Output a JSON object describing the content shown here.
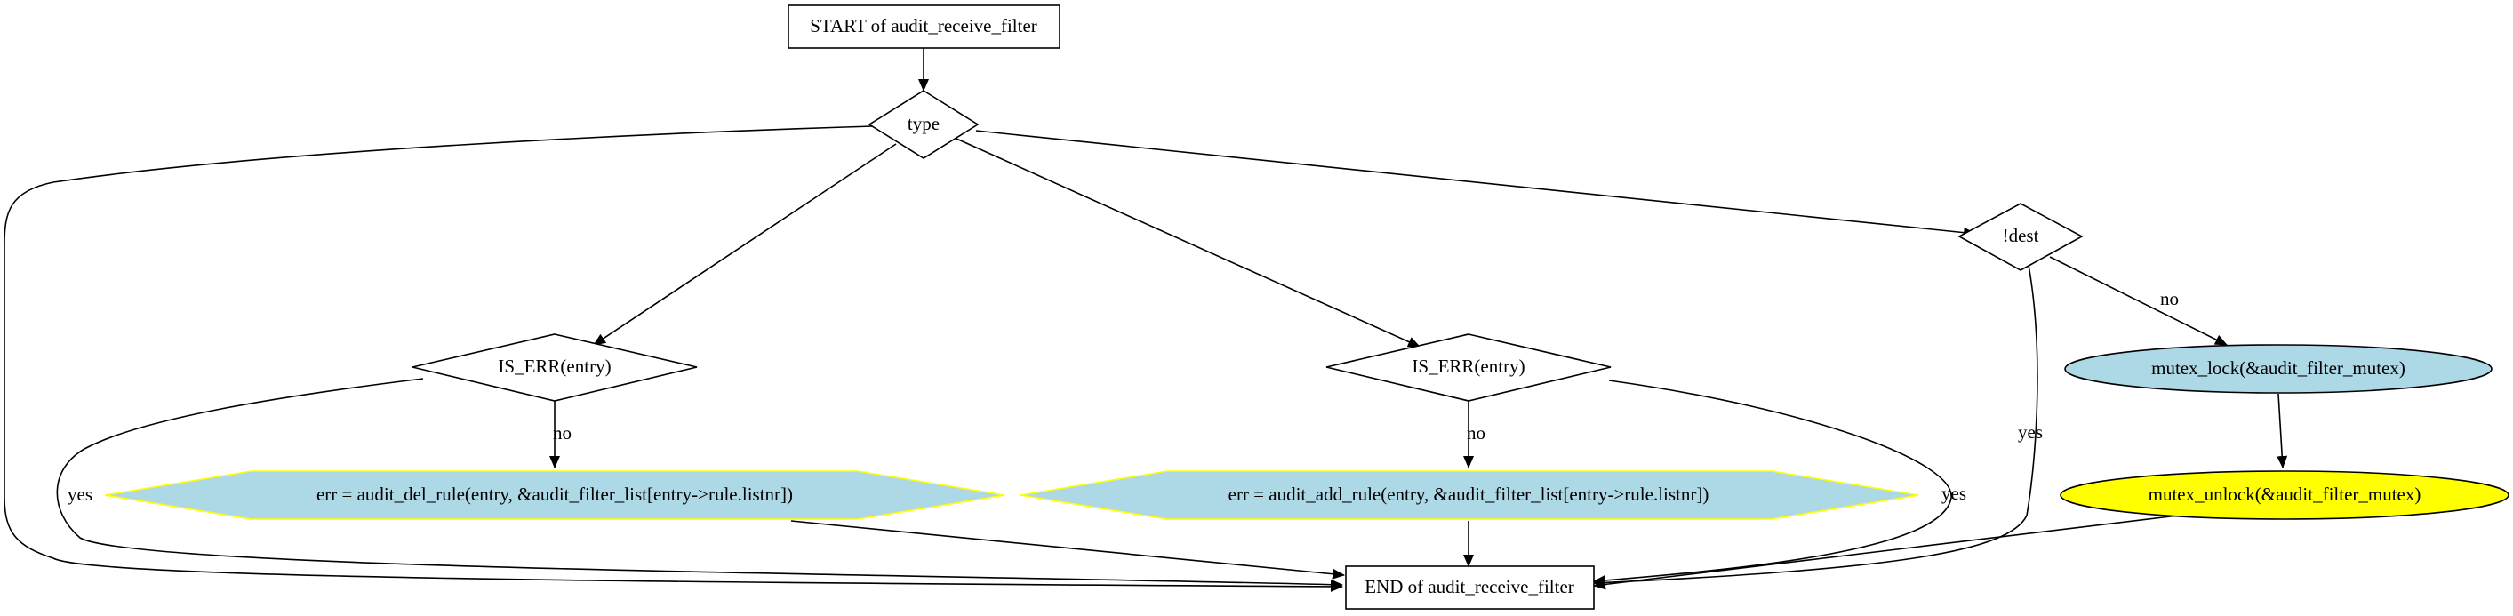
{
  "nodes": {
    "start": {
      "label": "START of audit_receive_filter",
      "shape": "box"
    },
    "type": {
      "label": "type",
      "shape": "diamond"
    },
    "dest": {
      "label": "!dest",
      "shape": "diamond"
    },
    "is_err_left": {
      "label": "IS_ERR(entry)",
      "shape": "diamond"
    },
    "is_err_mid": {
      "label": "IS_ERR(entry)",
      "shape": "diamond"
    },
    "del_rule": {
      "label": "err = audit_del_rule(entry, &audit_filter_list[entry->rule.listnr])",
      "shape": "hexagon",
      "fill": "#add8e6",
      "stroke": "#ffff00"
    },
    "add_rule": {
      "label": "err = audit_add_rule(entry, &audit_filter_list[entry->rule.listnr])",
      "shape": "hexagon",
      "fill": "#add8e6",
      "stroke": "#ffff00"
    },
    "mutex_lock": {
      "label": "mutex_lock(&audit_filter_mutex)",
      "shape": "ellipse",
      "fill": "#add8e6"
    },
    "mutex_unlock": {
      "label": "mutex_unlock(&audit_filter_mutex)",
      "shape": "ellipse",
      "fill": "#ffff00"
    },
    "end": {
      "label": "END of audit_receive_filter",
      "shape": "box"
    }
  },
  "edge_labels": {
    "left_no": "no",
    "left_yes": "yes",
    "mid_no": "no",
    "mid_yes": "yes",
    "dest_no": "no",
    "dest_yes": "yes"
  }
}
